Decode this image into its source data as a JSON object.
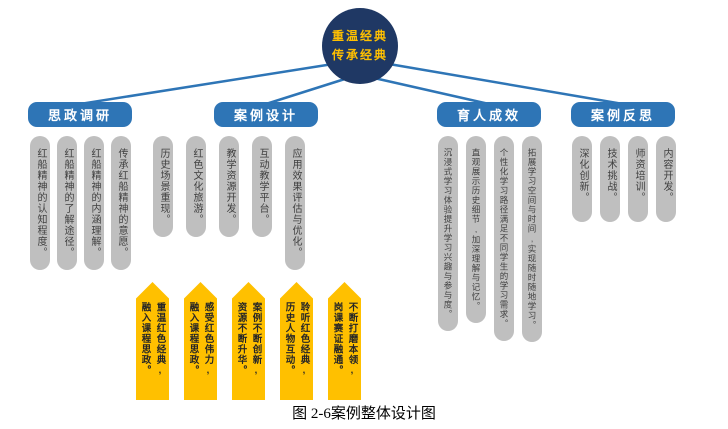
{
  "colors": {
    "navy": "#1F3864",
    "blue": "#2E75B6",
    "gold": "#FFC000",
    "gray": "#BFBFBF",
    "bar_text": "#404040",
    "arrow_text": "#262626"
  },
  "root_node": {
    "line1": "重温经典",
    "line2": "传承经典"
  },
  "branches": [
    {
      "label": "思政调研",
      "items": [
        "红船精神的认知程度。",
        "红船精神的了解途径。",
        "红船精神的内涵理解。",
        "传承红船精神的意愿。"
      ]
    },
    {
      "label": "案例设计",
      "items": [
        "历史场景重现。",
        "红色文化旅游。",
        "教学资源开发。",
        "互动教学平台。",
        "应用效果评估与优化。"
      ]
    },
    {
      "label": "育人成效",
      "items": [
        "沉浸式学习体验提升学习兴趣与参与度。",
        "直观展示历史细节,加深理解与记忆。",
        "个性化学习路径满足不同学生的学习需求。",
        "拓展学习空间与时间,实现随时随地学习。"
      ]
    },
    {
      "label": "案例反思",
      "items": [
        "深化创新。",
        "技术挑战。",
        "师资培训。",
        "内容开发。"
      ]
    }
  ],
  "arrows": [
    "重温红色经典,\n融入课程思政。",
    "感受红色伟力,\n融入课程思政。",
    "案例不断创新,\n资源不断升华。",
    "聆听红色经典,\n历史人物互动。",
    "不断打磨本领,\n岗课赛证融通。"
  ],
  "caption": "图 2-6案例整体设计图"
}
